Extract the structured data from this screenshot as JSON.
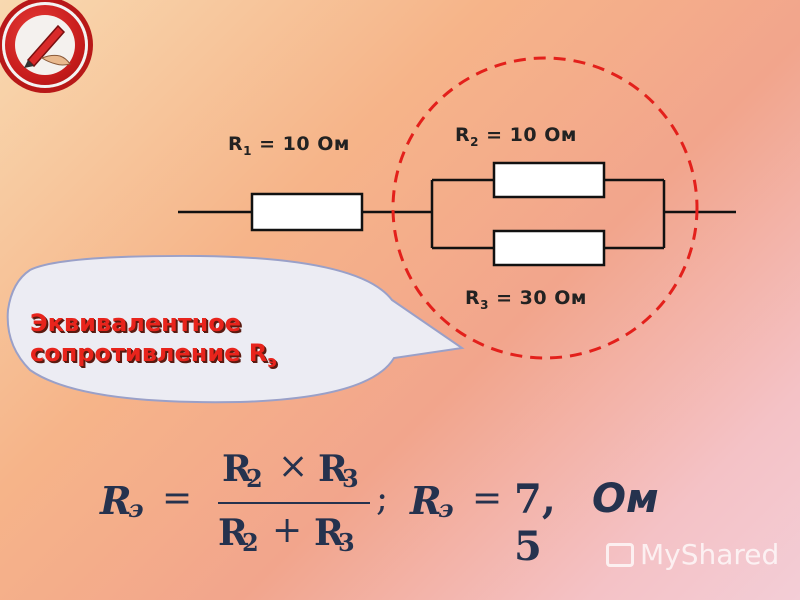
{
  "resistors": {
    "r1": {
      "sym": "R",
      "idx": "1",
      "val": " = 10 Ом"
    },
    "r2": {
      "sym": "R",
      "idx": "2",
      "val": " = 10 Ом"
    },
    "r3": {
      "sym": "R",
      "idx": "3",
      "val": " = 30 Ом"
    }
  },
  "callout": {
    "line1": "Эквивалентное",
    "line2": "сопротивление R",
    "line2_sub": "э"
  },
  "formula": {
    "lhs_symbol": "R",
    "lhs_sub": "э",
    "equals": "=",
    "num_a": "R",
    "num_a_sub": "2",
    "times": "×",
    "num_b": "R",
    "num_b_sub": "3",
    "den_a": "R",
    "den_a_sub": "2",
    "plus": "+",
    "den_b": "R",
    "den_b_sub": "3",
    "separator": ";",
    "result_symbol": "R",
    "result_sub": "э",
    "result_equals": "=",
    "result_value": "7, 5",
    "result_unit": "Ом"
  },
  "watermark": {
    "text": "MyShared"
  },
  "colors": {
    "wire": "#111111",
    "dashed_circle": "#e3201b",
    "callout_text": "#e8241c",
    "callout_bubble": "#ececf3",
    "formula_text": "#25324e"
  },
  "icons": {
    "logo": "pen-hand-icon",
    "watermark": "presentation-board-icon"
  }
}
